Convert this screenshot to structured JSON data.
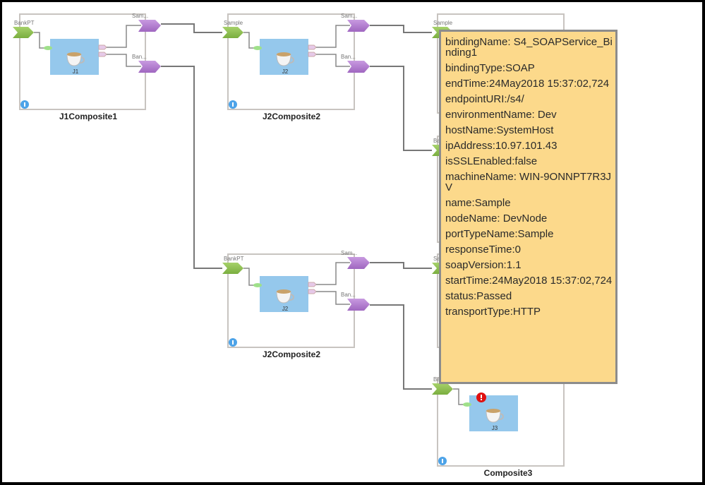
{
  "colors": {
    "service": "#8dc04f",
    "reference": "#b57fd0",
    "component": "#95c8ec",
    "tooltip": "#fcd98b",
    "info": "#4da3e8",
    "error": "#e01010"
  },
  "composites": [
    {
      "title": "J1Composite1",
      "service": "BankPT",
      "component": "J1",
      "ref1": "Sam...",
      "ref2": "Ban..."
    },
    {
      "title": "J2Composite2",
      "service": "Sample",
      "component": "J2",
      "ref1": "Sam...",
      "ref2": "Ban..."
    },
    {
      "title": "J2Composite2",
      "service": "BankPT",
      "component": "J2",
      "ref1": "Sam...",
      "ref2": "Ban..."
    },
    {
      "title": "Composite3",
      "service": "Ba",
      "component": "J3",
      "status": "error"
    }
  ],
  "hidden_services": [
    "Sample",
    "Ba",
    "Sa"
  ],
  "tooltip": {
    "rows": [
      "bindingName: S4_SOAPService_Binding1",
      "bindingType:SOAP",
      "endTime:24May2018 15:37:02,724",
      "endpointURI:/s4/",
      "environmentName: Dev",
      "hostName:SystemHost",
      "ipAddress:10.97.101.43",
      "isSSLEnabled:false",
      "machineName: WIN-9ONNPT7R3JV",
      "name:Sample",
      "nodeName: DevNode",
      "portTypeName:Sample",
      "responseTime:0",
      "soapVersion:1.1",
      "startTime:24May2018 15:37:02,724",
      "status:Passed",
      "transportType:HTTP"
    ]
  }
}
